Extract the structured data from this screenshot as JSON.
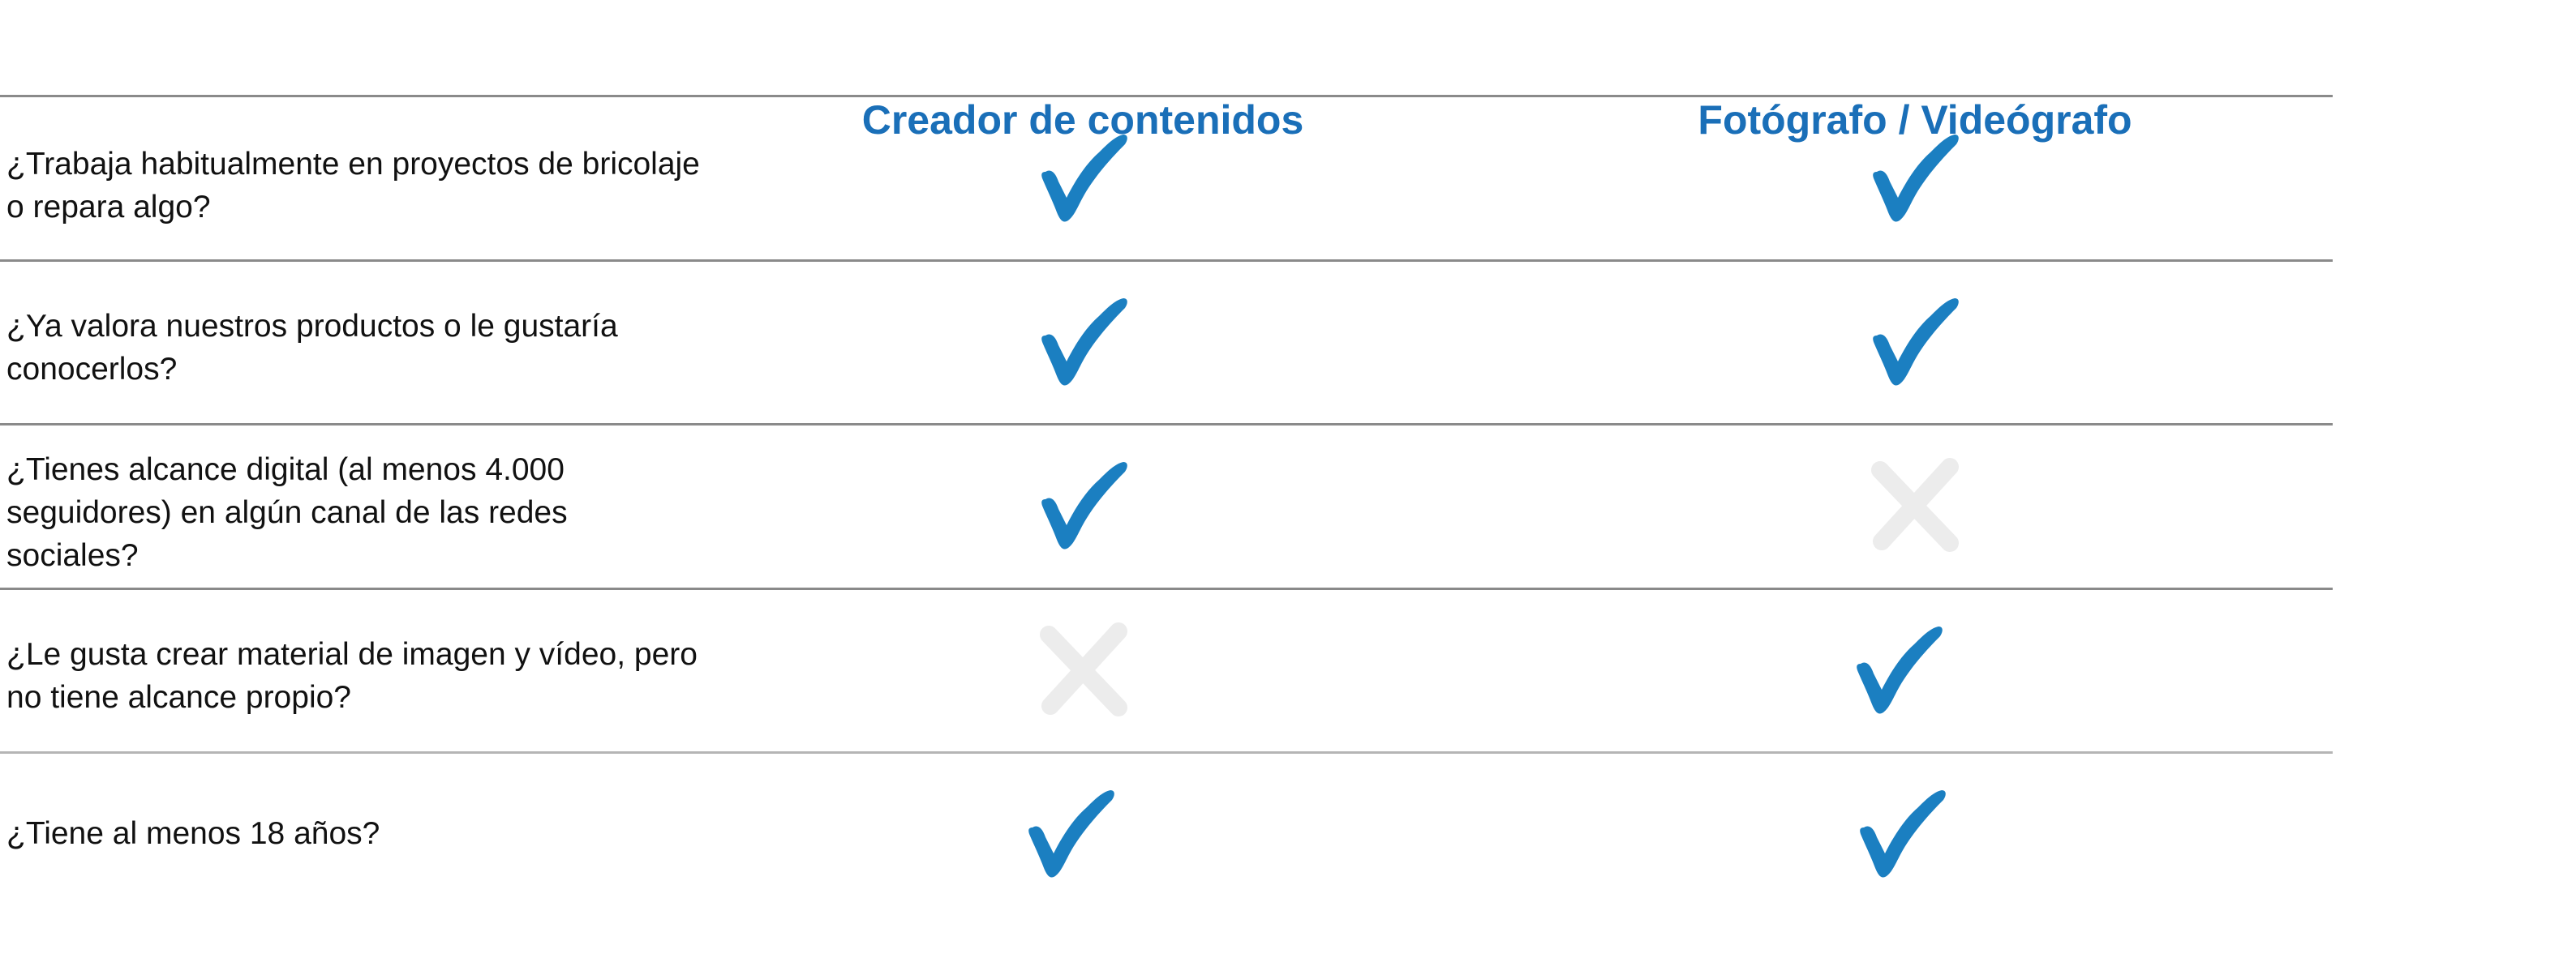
{
  "columns": [
    "Creador de contenidos",
    "Fotógrafo / Videógrafo"
  ],
  "rows": [
    {
      "question": "¿Trabaja habitualmente en proyectos de bricolaje o repara algo?",
      "creador": "check",
      "fotografo": "check"
    },
    {
      "question": "¿Ya valora nuestros productos o le gustaría conocerlos?",
      "creador": "check",
      "fotografo": "check"
    },
    {
      "question": "¿Tienes alcance digital (al menos 4.000 seguidores) en algún canal de las redes sociales?",
      "creador": "check",
      "fotografo": "cross"
    },
    {
      "question": "¿Le gusta crear material de imagen y vídeo, pero no tiene alcance propio?",
      "creador": "cross",
      "fotografo": "check"
    },
    {
      "question": "¿Tiene al menos 18 años?",
      "creador": "check",
      "fotografo": "check"
    }
  ],
  "colors": {
    "accent": "#1a6fb8",
    "check": "#1b7fc1",
    "cross": "#ececec"
  }
}
